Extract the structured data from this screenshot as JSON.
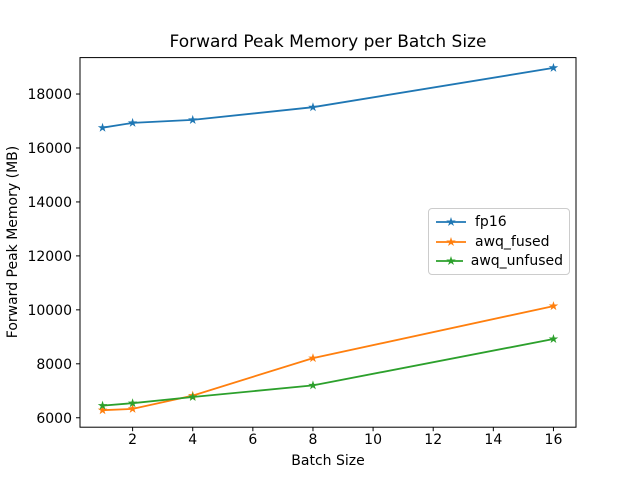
{
  "chart_data": {
    "type": "line",
    "title": "Forward Peak Memory per Batch Size",
    "xlabel": "Batch Size",
    "ylabel": "Forward Peak Memory (MB)",
    "x": [
      1,
      2,
      4,
      8,
      16
    ],
    "series": [
      {
        "name": "fp16",
        "color": "#1f77b4",
        "marker": "star",
        "values": [
          16750,
          16930,
          17040,
          17510,
          18970
        ]
      },
      {
        "name": "awq_fused",
        "color": "#ff7f0e",
        "marker": "star",
        "values": [
          6280,
          6330,
          6820,
          8210,
          10140
        ]
      },
      {
        "name": "awq_unfused",
        "color": "#2ca02c",
        "marker": "star",
        "values": [
          6450,
          6540,
          6770,
          7200,
          8920
        ]
      }
    ],
    "x_ticks": [
      2,
      4,
      6,
      8,
      10,
      12,
      14,
      16
    ],
    "y_ticks": [
      6000,
      8000,
      10000,
      12000,
      14000,
      16000,
      18000
    ],
    "xlim": [
      0.25,
      16.75
    ],
    "ylim": [
      5650,
      19350
    ],
    "grid": false,
    "legend_position": "center-right",
    "background": "#ffffff",
    "axis_color": "#000000"
  }
}
